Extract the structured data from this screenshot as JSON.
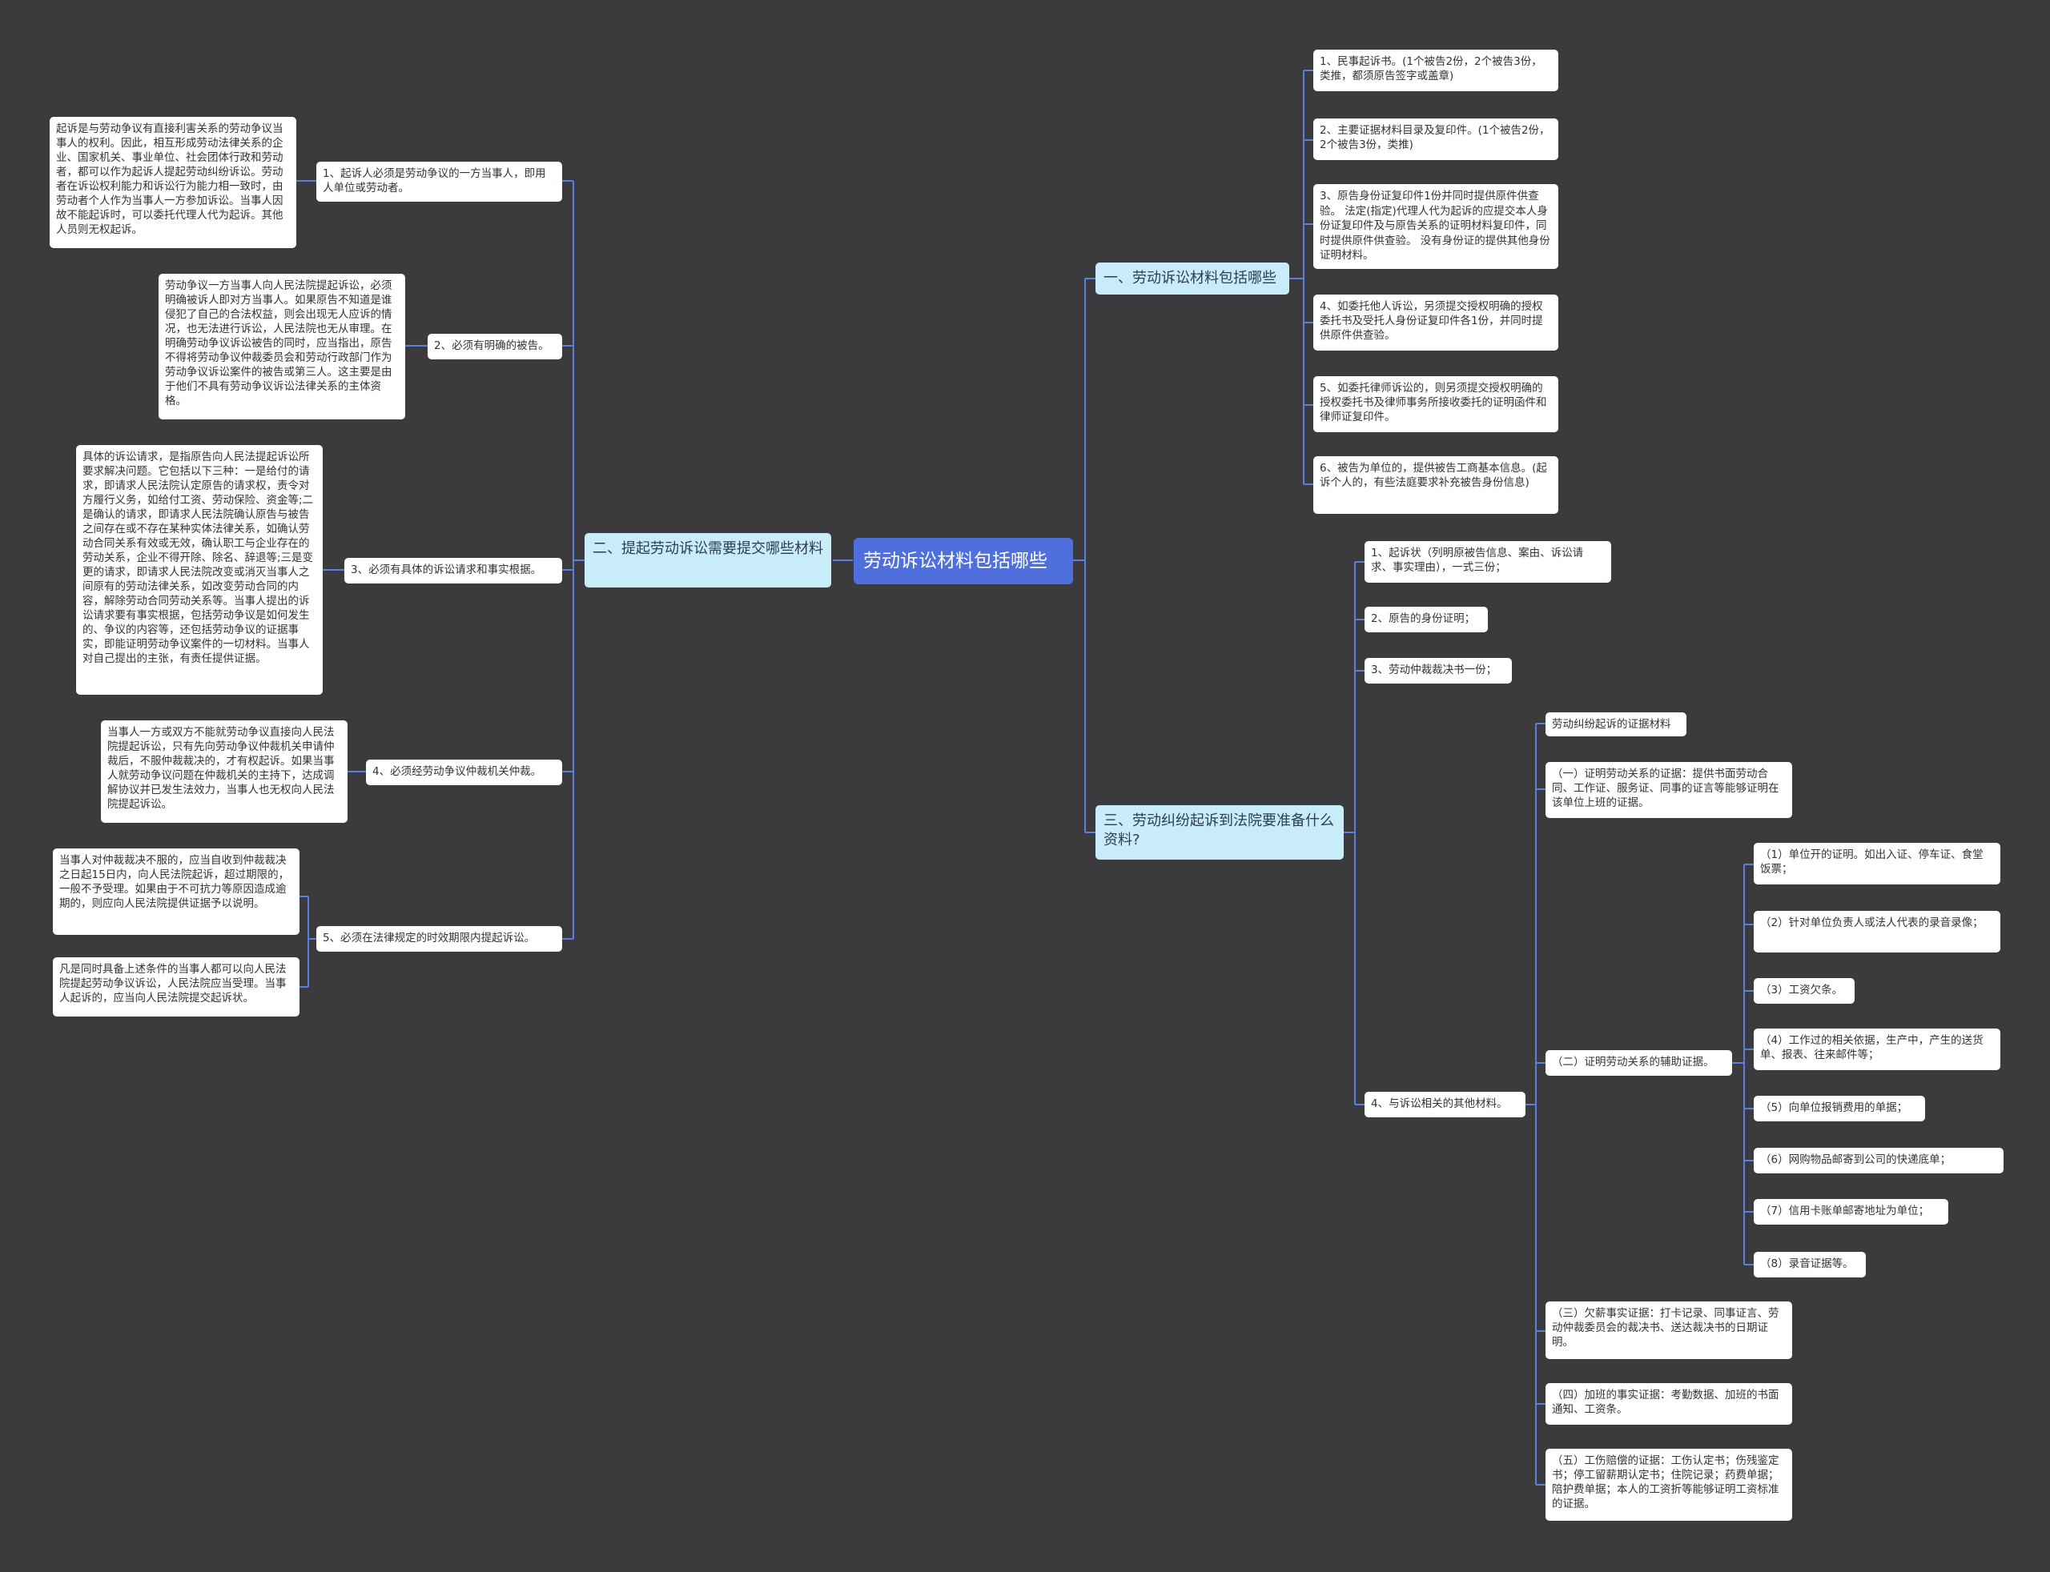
{
  "colors": {
    "background": "#3b3b3d",
    "root": "#4f6fdc",
    "branch": "#c9ecfb",
    "leaf": "#ffffff",
    "line": "#5b7fe0"
  },
  "root": "劳动诉讼材料包括哪些",
  "b1": {
    "title": "一、劳动诉讼材料包括哪些",
    "items": [
      "1、民事起诉书。(1个被告2份，2个被告3份，类推，都须原告签字或盖章)",
      "2、主要证据材料目录及复印件。(1个被告2份，2个被告3份，类推)",
      "3、原告身份证复印件1份并同时提供原件供查验。 法定(指定)代理人代为起诉的应提交本人身份证复印件及与原告关系的证明材料复印件，同时提供原件供查验。 没有身份证的提供其他身份证明材料。",
      "4、如委托他人诉讼，另须提交授权明确的授权委托书及受托人身份证复印件各1份，并同时提供原件供查验。",
      "5、如委托律师诉讼的，则另须提交授权明确的授权委托书及律师事务所接收委托的证明函件和律师证复印件。",
      "6、被告为单位的，提供被告工商基本信息。(起诉个人的，有些法庭要求补充被告身份信息)"
    ]
  },
  "b2": {
    "title": "二、提起劳动诉讼需要提交哪些材料",
    "items": [
      "1、起诉人必须是劳动争议的一方当事人，即用人单位或劳动者。",
      "2、必须有明确的被告。",
      "3、必须有具体的诉讼请求和事实根据。",
      "4、必须经劳动争议仲裁机关仲裁。",
      "5、必须在法律规定的时效期限内提起诉讼。"
    ],
    "details": [
      "起诉是与劳动争议有直接利害关系的劳动争议当事人的权利。因此，相互形成劳动法律关系的企业、国家机关、事业单位、社会团体行政和劳动者，都可以作为起诉人提起劳动纠纷诉讼。劳动者在诉讼权利能力和诉讼行为能力相一致时，由劳动者个人作为当事人一方参加诉讼。当事人因故不能起诉时，可以委托代理人代为起诉。其他人员则无权起诉。",
      "劳动争议一方当事人向人民法院提起诉讼，必须明确被诉人即对方当事人。如果原告不知道是谁侵犯了自己的合法权益，则会出现无人应诉的情况，也无法进行诉讼，人民法院也无从审理。在明确劳动争议诉讼被告的同时，应当指出，原告不得将劳动争议仲裁委员会和劳动行政部门作为劳动争议诉讼案件的被告或第三人。这主要是由于他们不具有劳动争议诉讼法律关系的主体资格。",
      "具体的诉讼请求，是指原告向人民法提起诉讼所要求解决问题。它包括以下三种：一是给付的请求，即请求人民法院认定原告的请求权，责令对方履行义务，如给付工资、劳动保险、资金等;二是确认的请求，即请求人民法院确认原告与被告之间存在或不存在某种实体法律关系，如确认劳动合同关系有效或无效，确认职工与企业存在的劳动关系，企业不得开除、除名、辞退等;三是变更的请求，即请求人民法院改变或消灭当事人之间原有的劳动法律关系，如改变劳动合同的内容，解除劳动合同劳动关系等。当事人提出的诉讼请求要有事实根据，包括劳动争议是如何发生的、争议的内容等，还包括劳动争议的证据事实，即能证明劳动争议案件的一切材料。当事人对自己提出的主张，有责任提供证据。",
      "当事人一方或双方不能就劳动争议直接向人民法院提起诉讼，只有先向劳动争议仲裁机关申请仲裁后，不服仲裁裁决的，才有权起诉。如果当事人就劳动争议问题在仲裁机关的主持下，达成调解协议并已发生法效力，当事人也无权向人民法院提起诉讼。",
      "当事人对仲裁裁决不服的，应当自收到仲裁裁决之日起15日内，向人民法院起诉，超过期限的，一般不予受理。如果由于不可抗力等原因造成逾期的，则应向人民法院提供证据予以说明。",
      "凡是同时具备上述条件的当事人都可以向人民法院提起劳动争议诉讼，人民法院应当受理。当事人起诉的，应当向人民法院提交起诉状。"
    ]
  },
  "b3": {
    "title": "三、劳动纠纷起诉到法院要准备什么资料?",
    "items": [
      "1、起诉状（列明原被告信息、案由、诉讼请求、事实理由），一式三份；",
      "2、原告的身份证明；",
      "3、劳动仲裁裁决书一份；",
      "4、与诉讼相关的其他材料。"
    ],
    "evidence": [
      "劳动纠纷起诉的证据材料",
      "（一）证明劳动关系的证据：提供书面劳动合同、工作证、服务证、同事的证言等能够证明在该单位上班的证据。",
      "（二）证明劳动关系的辅助证据。",
      "（三）欠薪事实证据：打卡记录、同事证言、劳动仲裁委员会的裁决书、送达裁决书的日期证明。",
      "（四）加班的事实证据：考勤数据、加班的书面通知、工资条。",
      "（五）工伤赔偿的证据：工伤认定书；伤残鉴定书；停工留薪期认定书；住院记录；药费单据；陪护费单据；本人的工资折等能够证明工资标准的证据。"
    ],
    "aux": [
      "（1）单位开的证明。如出入证、停车证、食堂饭票；",
      "（2）针对单位负责人或法人代表的录音录像；",
      "（3）工资欠条。",
      "（4）工作过的相关依据，生产中，产生的送货单、报表、往来邮件等；",
      "（5）向单位报销费用的单据；",
      "（6）网购物品邮寄到公司的快递底单；",
      "（7）信用卡账单邮寄地址为单位；",
      "（8）录音证据等。"
    ]
  }
}
